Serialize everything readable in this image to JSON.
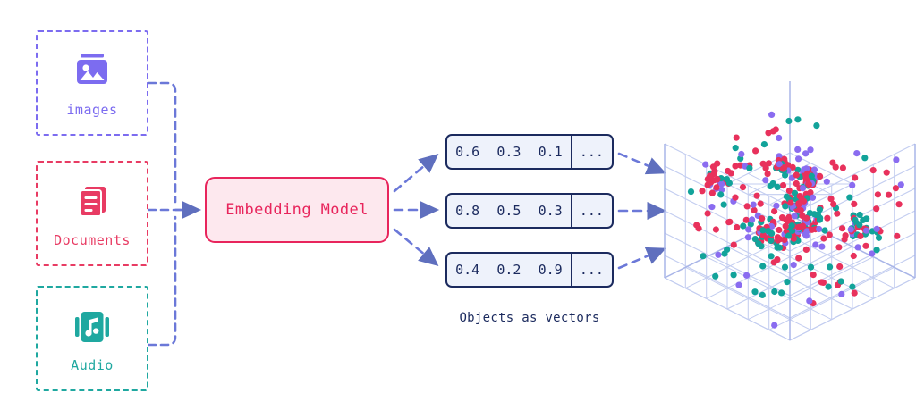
{
  "sources": [
    {
      "id": "images",
      "label": "images",
      "icon": "image-icon",
      "color": "#7c6cf0"
    },
    {
      "id": "documents",
      "label": "Documents",
      "icon": "documents-icon",
      "color": "#e83b63"
    },
    {
      "id": "audio",
      "label": "Audio",
      "icon": "audio-icon",
      "color": "#1fa8a0"
    }
  ],
  "model": {
    "label": "Embedding Model",
    "fill": "#fde8ee",
    "border": "#e8255c",
    "text": "#e8255c"
  },
  "vectors": {
    "caption": "Objects as vectors",
    "rows": [
      {
        "cells": [
          "0.6",
          "0.3",
          "0.1",
          "..."
        ]
      },
      {
        "cells": [
          "0.8",
          "0.5",
          "0.3",
          "..."
        ]
      },
      {
        "cells": [
          "0.4",
          "0.2",
          "0.9",
          "..."
        ]
      }
    ]
  },
  "vector_space": {
    "name": "3d-vector-space",
    "grid_color": "#c3cdf0",
    "dot_colors": [
      "#e8315c",
      "#12a39a",
      "#8a6cf0"
    ],
    "divisions": 6
  },
  "connectors": {
    "line_color": "#6b78d8",
    "arrow_color": "#5f6fbe",
    "style": "dashed"
  },
  "chart_data": {
    "type": "scatter",
    "title": "",
    "xlabel": "",
    "ylabel": "",
    "legend": [],
    "series": [
      {
        "name": "documents",
        "color": "#e8315c",
        "count": 210
      },
      {
        "name": "audio",
        "color": "#12a39a",
        "count": 105
      },
      {
        "name": "images",
        "color": "#8a6cf0",
        "count": 105
      }
    ]
  }
}
